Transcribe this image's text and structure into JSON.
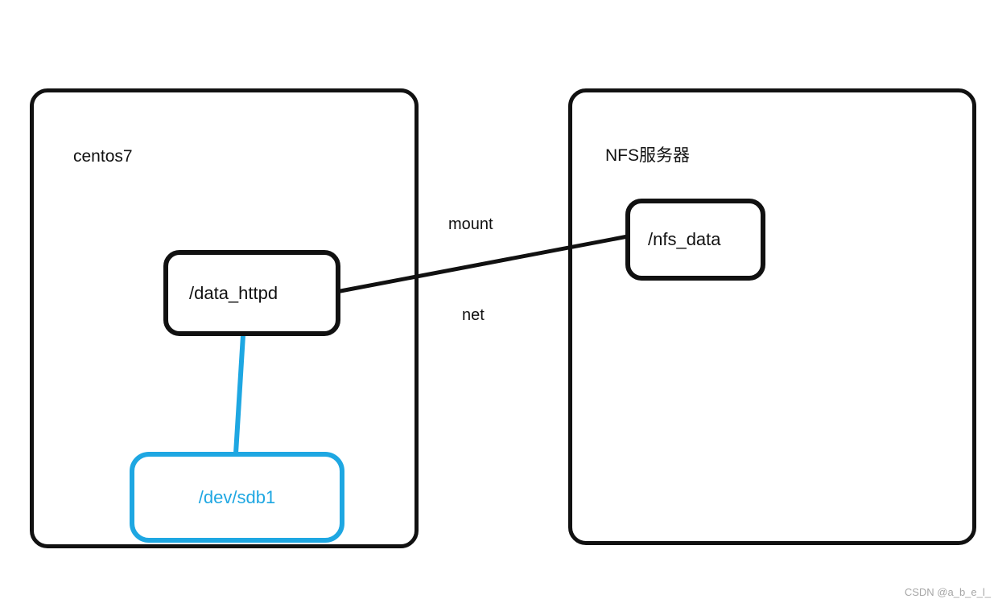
{
  "diagram": {
    "left_group": {
      "title": "centos7",
      "nodes": {
        "data_httpd": {
          "label": "/data_httpd"
        },
        "dev_sdb1": {
          "label": "/dev/sdb1"
        }
      }
    },
    "right_group": {
      "title": "NFS服务器",
      "nodes": {
        "nfs_data": {
          "label": "/nfs_data"
        }
      }
    },
    "edges": {
      "mount_label": "mount",
      "net_label": "net"
    },
    "colors": {
      "accent_blue": "#1ea7e2",
      "line_black": "#111111",
      "watermark_gray": "#a6a6a6"
    }
  },
  "watermark": "CSDN @a_b_e_l_"
}
